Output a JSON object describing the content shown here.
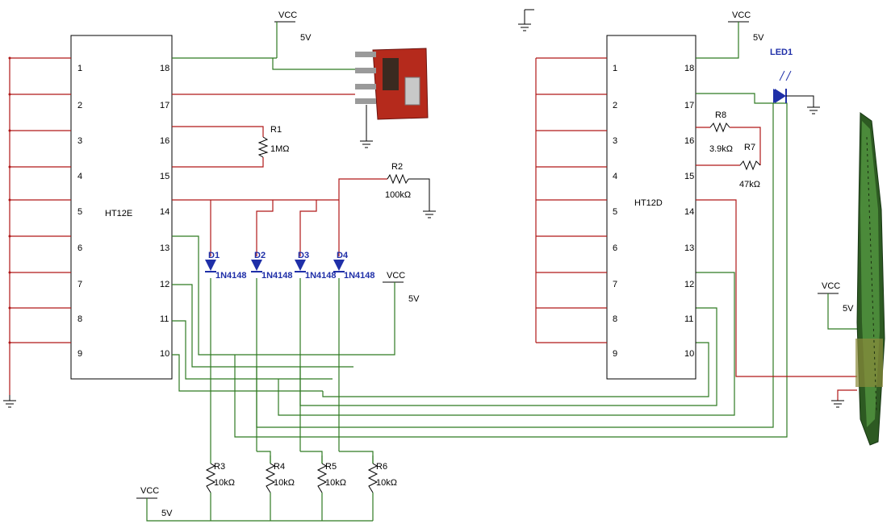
{
  "colors": {
    "wire_red": "#b01818",
    "wire_green": "#2f7a22",
    "component_blue": "#1f2fa8",
    "ink": "#000000"
  },
  "ics": {
    "encoder": {
      "name": "HT12E",
      "left_pins": [
        "1",
        "2",
        "3",
        "4",
        "5",
        "6",
        "7",
        "8",
        "9"
      ],
      "right_pins": [
        "18",
        "17",
        "16",
        "15",
        "14",
        "13",
        "12",
        "11",
        "10"
      ]
    },
    "decoder": {
      "name": "HT12D",
      "left_pins": [
        "1",
        "2",
        "3",
        "4",
        "5",
        "6",
        "7",
        "8",
        "9"
      ],
      "right_pins": [
        "18",
        "17",
        "16",
        "15",
        "14",
        "13",
        "12",
        "11",
        "10"
      ]
    }
  },
  "power": {
    "vcc_label": "VCC",
    "voltage": "5V"
  },
  "resistors": {
    "r1": {
      "name": "R1",
      "value": "1MΩ"
    },
    "r2": {
      "name": "R2",
      "value": "100kΩ"
    },
    "r3": {
      "name": "R3",
      "value": "10kΩ"
    },
    "r4": {
      "name": "R4",
      "value": "10kΩ"
    },
    "r5": {
      "name": "R5",
      "value": "10kΩ"
    },
    "r6": {
      "name": "R6",
      "value": "10kΩ"
    },
    "r7": {
      "name": "R7",
      "value": "47kΩ"
    },
    "r8": {
      "name": "R8",
      "value": "3.9kΩ"
    }
  },
  "diodes": [
    {
      "name": "D1",
      "part": "1N4148"
    },
    {
      "name": "D2",
      "part": "1N4148"
    },
    {
      "name": "D3",
      "part": "1N4148"
    },
    {
      "name": "D4",
      "part": "1N4148"
    }
  ],
  "led": {
    "name": "LED1"
  }
}
